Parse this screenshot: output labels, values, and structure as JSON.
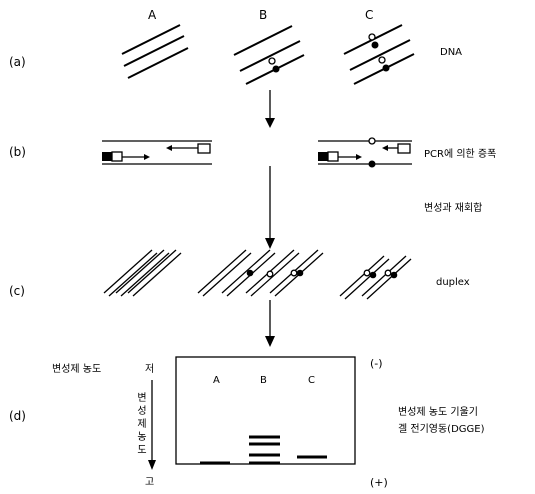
{
  "step_labels": {
    "a": "(a)",
    "b": "(b)",
    "c": "(c)",
    "d": "(d)"
  },
  "sample_labels": [
    "A",
    "B",
    "C"
  ],
  "annotations": {
    "dna": "DNA",
    "pcr": "PCR에 의한 증폭",
    "denature": "변성과 재회합",
    "duplex": "duplex",
    "gradient_label": "변성제 농도",
    "gel_low": "저",
    "gel_high": "고",
    "gel_axis_vertical": "변성제농도",
    "electrode_neg": "(-)",
    "electrode_pos": "(+)",
    "dgge_line1": "변성제 농도 기울기",
    "dgge_line2": "겔 전기영동(DGGE)"
  },
  "gel_lanes": [
    "A",
    "B",
    "C"
  ]
}
